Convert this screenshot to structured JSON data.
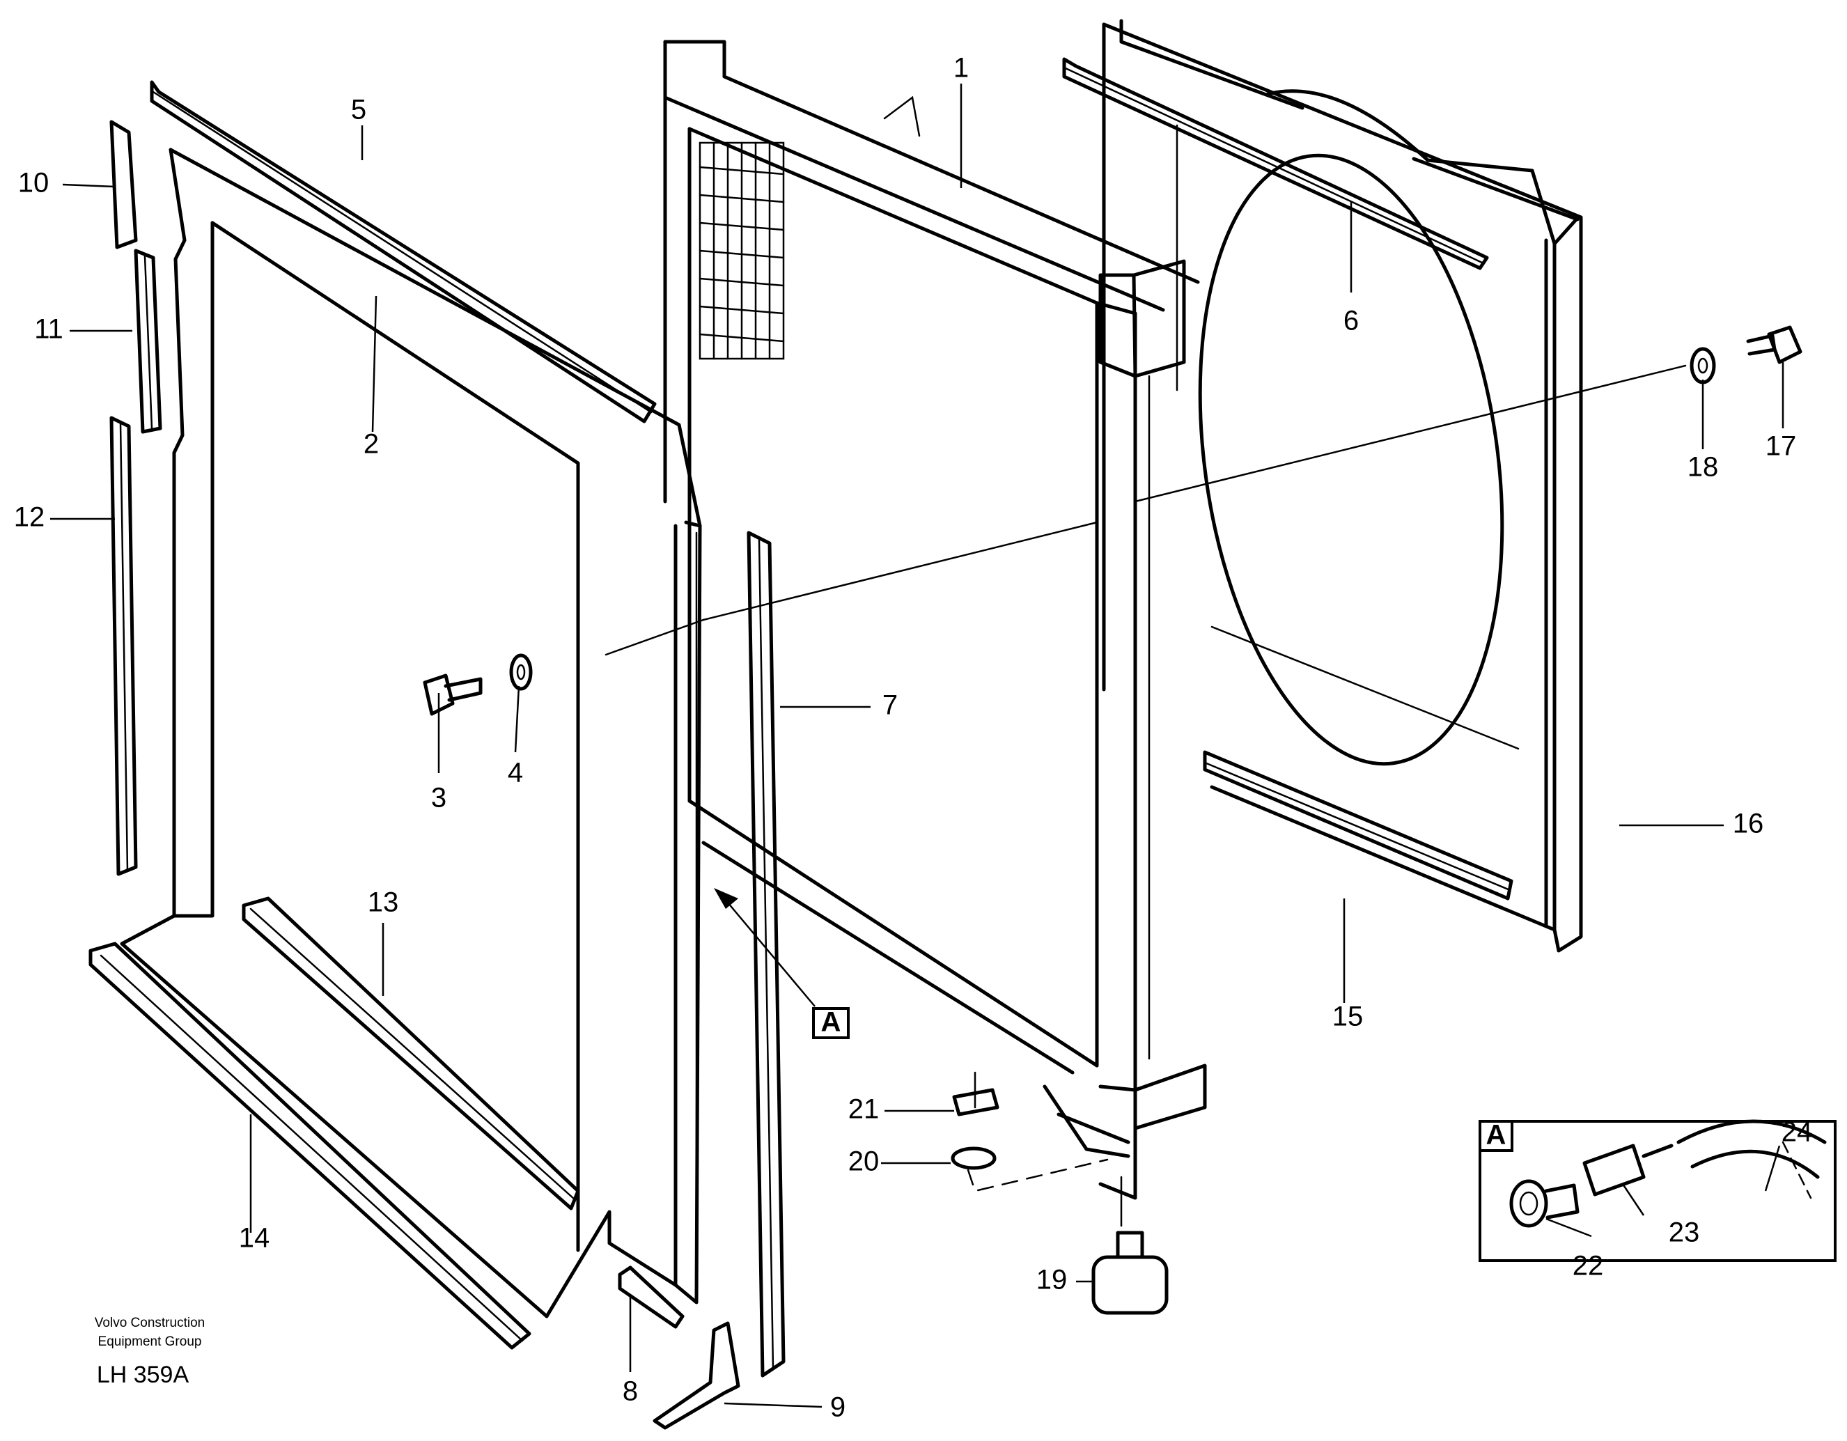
{
  "footer": {
    "publisher_line1": "Volvo Construction",
    "publisher_line2": "Equipment Group",
    "drawing_code": "LH 359A"
  },
  "detail_ref": "A",
  "callouts": [
    {
      "id": "1",
      "label": "1"
    },
    {
      "id": "2",
      "label": "2"
    },
    {
      "id": "3",
      "label": "3"
    },
    {
      "id": "4",
      "label": "4"
    },
    {
      "id": "5",
      "label": "5"
    },
    {
      "id": "6",
      "label": "6"
    },
    {
      "id": "7",
      "label": "7"
    },
    {
      "id": "8",
      "label": "8"
    },
    {
      "id": "9",
      "label": "9"
    },
    {
      "id": "10",
      "label": "10"
    },
    {
      "id": "11",
      "label": "11"
    },
    {
      "id": "12",
      "label": "12"
    },
    {
      "id": "13",
      "label": "13"
    },
    {
      "id": "14",
      "label": "14"
    },
    {
      "id": "15",
      "label": "15"
    },
    {
      "id": "16",
      "label": "16"
    },
    {
      "id": "17",
      "label": "17"
    },
    {
      "id": "18",
      "label": "18"
    },
    {
      "id": "19",
      "label": "19"
    },
    {
      "id": "20",
      "label": "20"
    },
    {
      "id": "21",
      "label": "21"
    },
    {
      "id": "22",
      "label": "22"
    },
    {
      "id": "23",
      "label": "23"
    },
    {
      "id": "24",
      "label": "24"
    }
  ]
}
